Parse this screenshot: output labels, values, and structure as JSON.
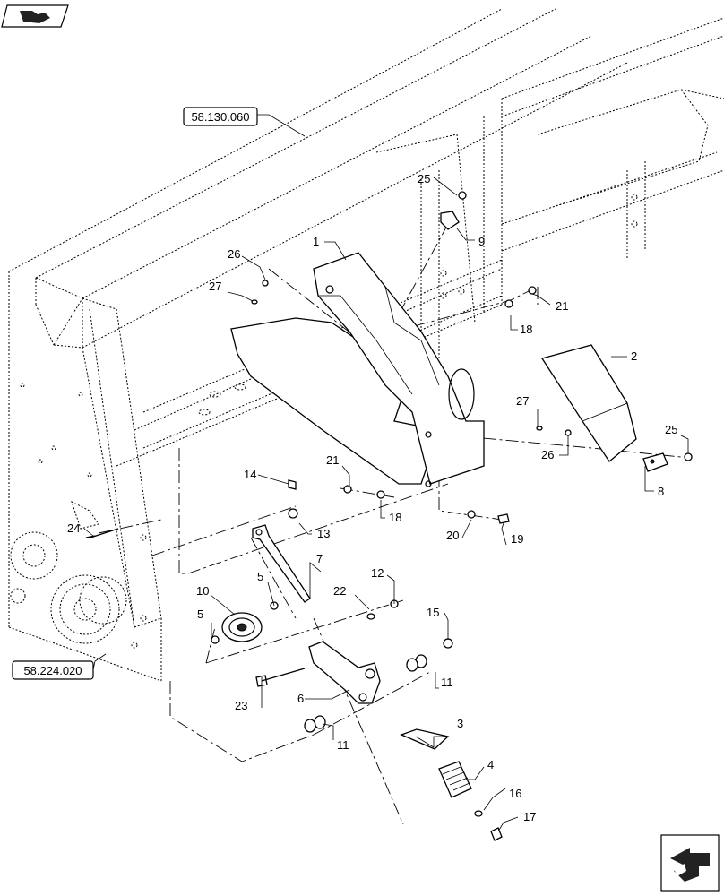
{
  "references": {
    "top_ref": "58.130.060",
    "bottom_ref": "58.224.020"
  },
  "callouts": {
    "c1": "1",
    "c2": "2",
    "c3": "3",
    "c4": "4",
    "c5a": "5",
    "c5b": "5",
    "c6": "6",
    "c7": "7",
    "c8": "8",
    "c9": "9",
    "c10": "10",
    "c11a": "11",
    "c11b": "11",
    "c12": "12",
    "c13": "13",
    "c14": "14",
    "c15": "15",
    "c16": "16",
    "c17": "17",
    "c18a": "18",
    "c18b": "18",
    "c19": "19",
    "c20": "20",
    "c21a": "21",
    "c21b": "21",
    "c22": "22",
    "c23": "23",
    "c24": "24",
    "c25a": "25",
    "c25b": "25",
    "c26a": "26",
    "c26b": "26",
    "c27a": "27",
    "c27b": "27"
  },
  "icons": {
    "top_left": "previous-page-icon",
    "bottom_right": "next-page-icon"
  }
}
